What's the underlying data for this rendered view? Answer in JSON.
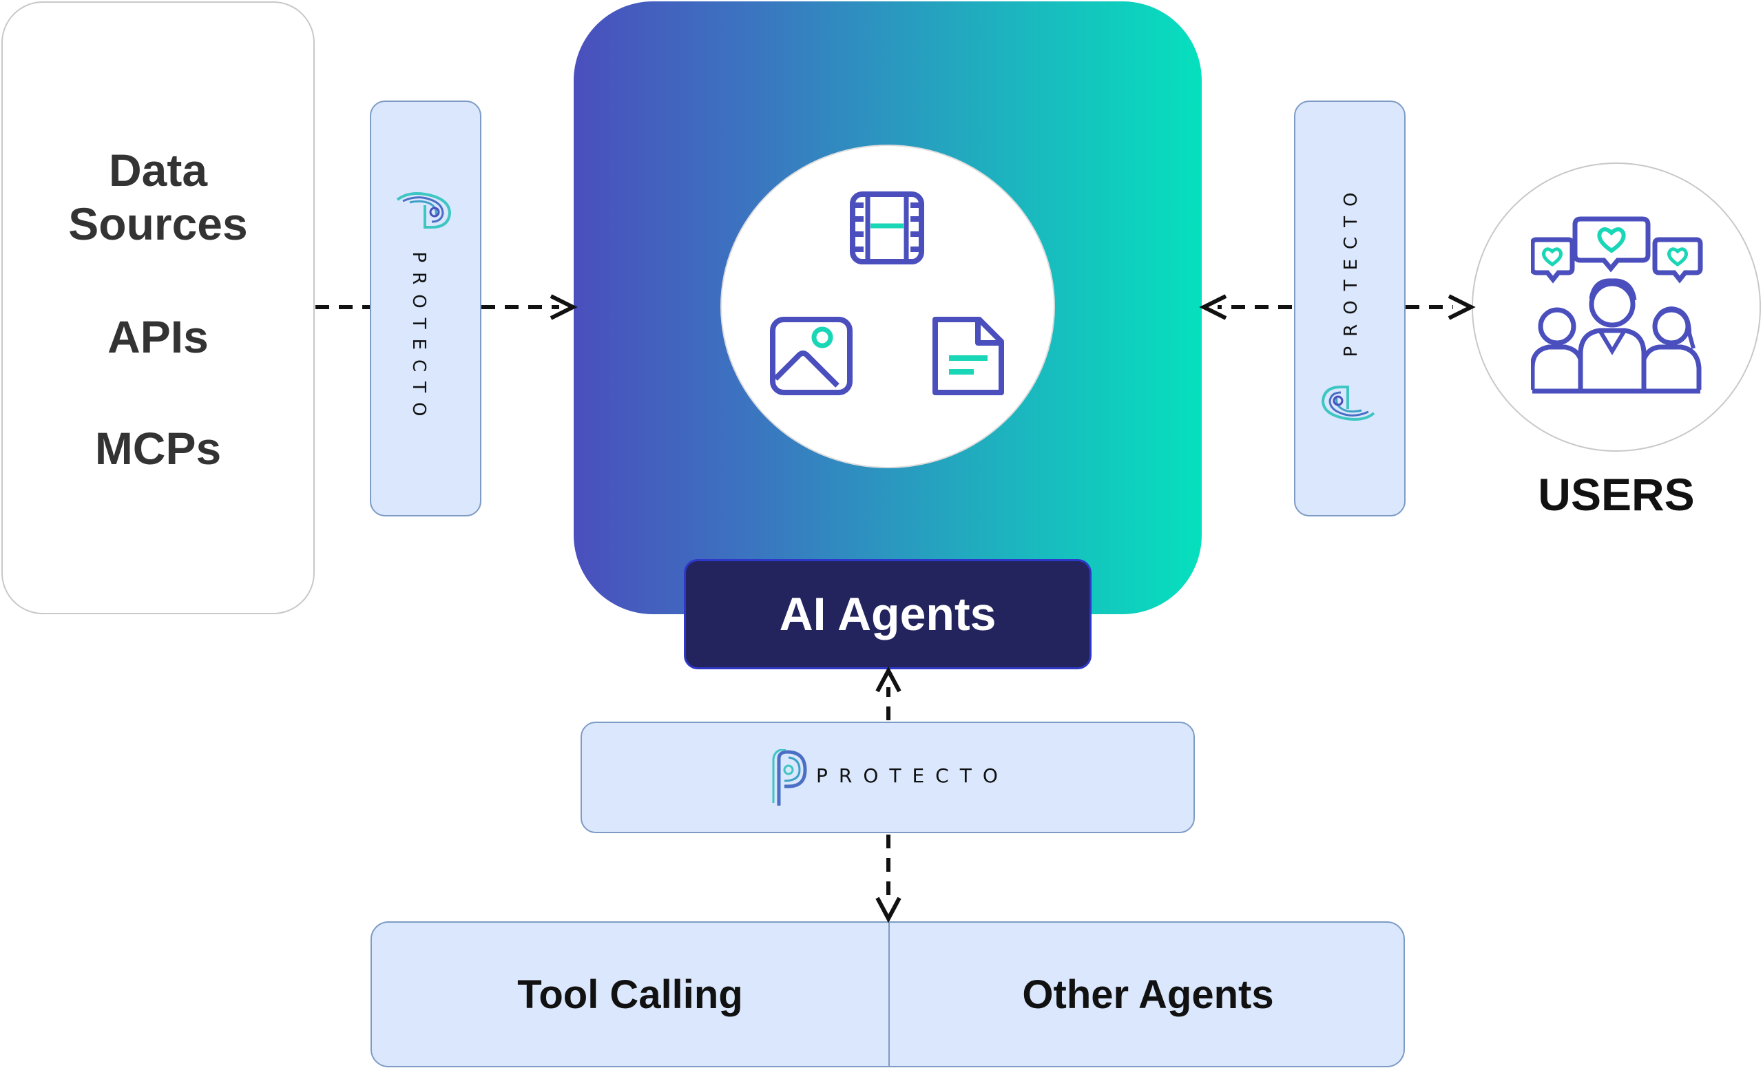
{
  "sources": {
    "items": [
      "Data",
      "Sources",
      "APIs",
      "MCPs"
    ]
  },
  "protecto": {
    "brand_text": "PROTECTO"
  },
  "ai_agents": {
    "label": "AI Agents"
  },
  "destinations": {
    "tool_calling": "Tool Calling",
    "other_agents": "Other Agents"
  },
  "users": {
    "label": "USERS"
  },
  "colors": {
    "gradient_start": "#4a4fbd",
    "gradient_end": "#06e0be",
    "label_box": "#23245e",
    "protecto_fill": "#dae7fc",
    "icon_purple": "#4a4fbd",
    "icon_teal": "#18d6b6"
  }
}
